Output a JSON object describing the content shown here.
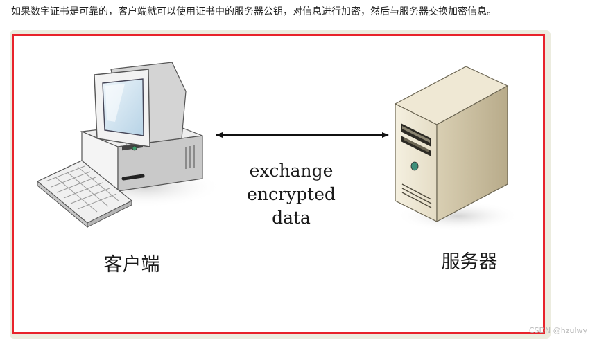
{
  "caption": "如果数字证书是可靠的，客户端就可以使用证书中的服务器公钥，对信息进行加密，然后与服务器交换加密信息。",
  "diagram": {
    "exchange_label_line1": "exchange",
    "exchange_label_line2": "encrypted data",
    "client_label": "客户端",
    "server_label": "服务器",
    "frame_color": "#e8232b",
    "client_icon": "desktop-computer-icon",
    "server_icon": "server-tower-icon",
    "arrow_icon": "double-headed-arrow"
  },
  "watermark": "CSDN @hzulwy"
}
